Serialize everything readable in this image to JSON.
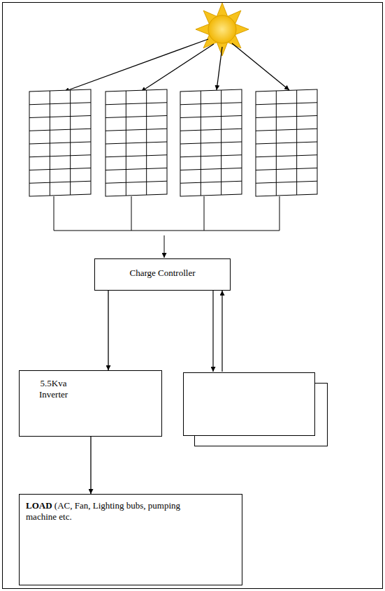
{
  "diagram": {
    "nodes": [
      {
        "text": [
          "Charge Controller"
        ]
      },
      {
        "text": [
          "5.5Kva Inverter"
        ]
      },
      {
        "text": [
          "LOAD",
          "(AC, Fan, Lighting bubs, pumping machine etc."
        ]
      }
    ],
    "edges": [
      {
        "from": 0,
        "to": 1,
        "arrow": "to"
      },
      {
        "from": 1,
        "to": 2,
        "arrow": "to"
      }
    ]
  }
}
